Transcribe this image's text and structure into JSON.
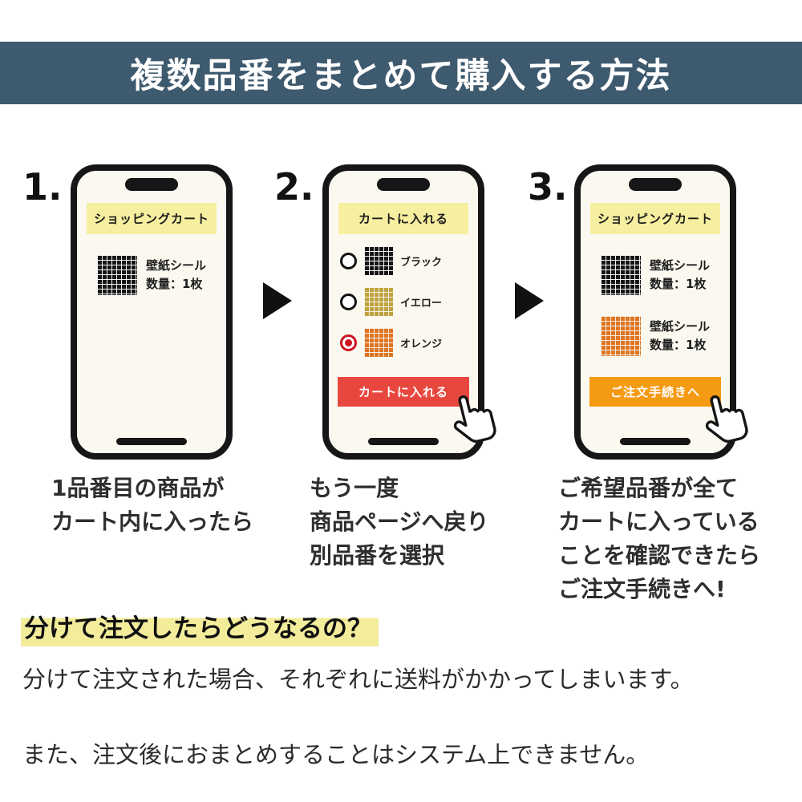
{
  "banner": {
    "title": "複数品番をまとめて購入する方法"
  },
  "colors": {
    "banner_bg": "#3e5a6e",
    "phone_header_bg": "#f6efa0",
    "cart_button": "#e8473f",
    "order_button": "#f59a13",
    "highlight": "#f3ec9b",
    "radio_selected": "#cf1322"
  },
  "steps": [
    {
      "number": "1.",
      "phone": {
        "header": "ショッピングカート",
        "items": [
          {
            "swatch": "black-tile",
            "line1": "壁紙シール",
            "line2": "数量：1枚"
          }
        ]
      },
      "caption": "1品番目の商品が\nカート内に入ったら"
    },
    {
      "number": "2.",
      "phone": {
        "header": "カートに入れる",
        "options": [
          {
            "swatch": "black-tile",
            "label": "ブラック",
            "selected": false
          },
          {
            "swatch": "yellow-tile",
            "label": "イエロー",
            "selected": false
          },
          {
            "swatch": "orange-tile",
            "label": "オレンジ",
            "selected": true
          }
        ],
        "button_label": "カートに入れる"
      },
      "caption": "もう一度\n商品ページへ戻り\n別品番を選択"
    },
    {
      "number": "3.",
      "phone": {
        "header": "ショッピングカート",
        "items": [
          {
            "swatch": "black-tile",
            "line1": "壁紙シール",
            "line2": "数量：1枚"
          },
          {
            "swatch": "orange-tile",
            "line1": "壁紙シール",
            "line2": "数量：1枚"
          }
        ],
        "button_label": "ご注文手続きへ"
      },
      "caption": "ご希望品番が全て\nカートに入っている\nことを確認できたら\nご注文手続きへ!"
    }
  ],
  "footer": {
    "heading": "分けて注文したらどうなるの？",
    "body_line1": "分けて注文された場合、それぞれに送料がかかってしまいます。",
    "body_line2": "また、注文後におまとめすることはシステム上できません。"
  }
}
